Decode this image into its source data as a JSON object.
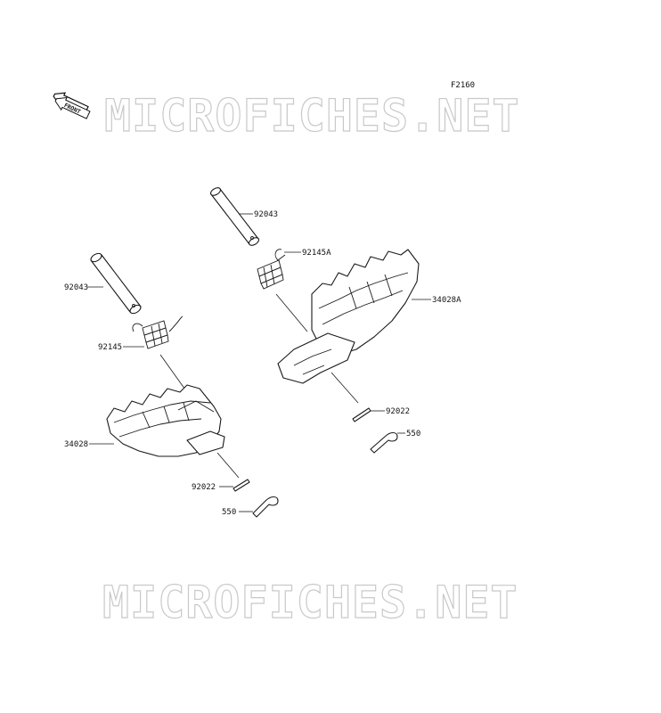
{
  "diagram_code": "F2160",
  "front_label": "FRONT",
  "watermark": "MICROFICHES.NET",
  "parts": {
    "pin_upper": "92043",
    "spring_upper": "92145A",
    "footpeg_right": "34028A",
    "pin_small_right": "92022",
    "cotter_right": "550",
    "pin_left": "92043",
    "spring_left": "92145",
    "footpeg_left": "34028",
    "pin_small_left": "92022",
    "cotter_left": "550"
  }
}
